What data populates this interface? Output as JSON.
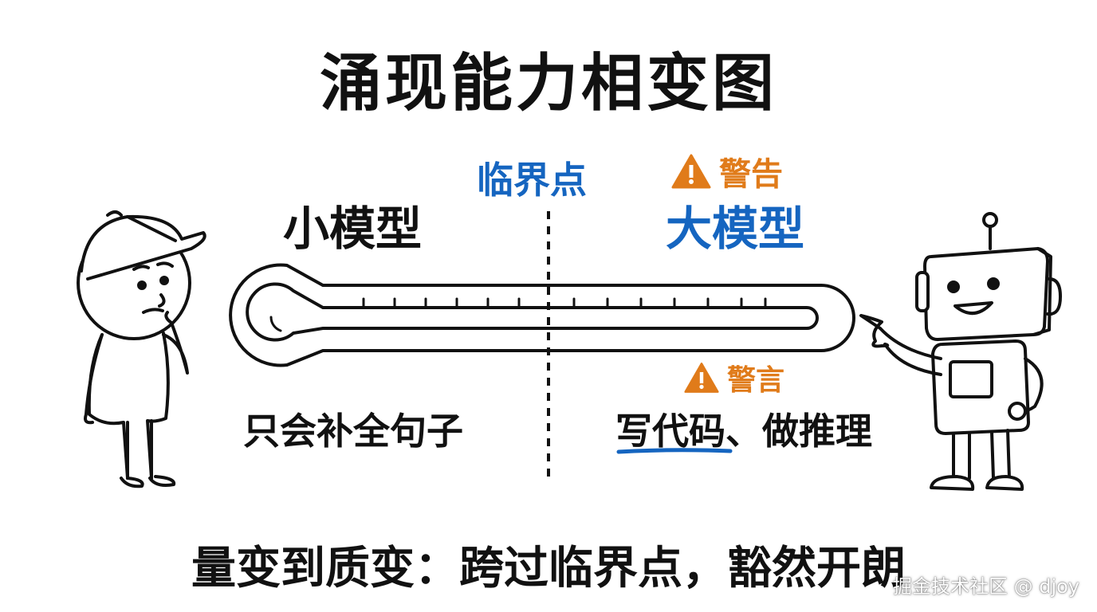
{
  "title": "涌现能力相变图",
  "critical_point_label": "临界点",
  "warning_top": {
    "icon": "warning-icon",
    "text": "警告"
  },
  "warning_mid": {
    "icon": "warning-icon",
    "text": "警言"
  },
  "small_model_label": "小模型",
  "large_model_label": "大模型",
  "small_model_desc": "只会补全句子",
  "large_model_desc": "写代码、做推理",
  "caption": "量变到质变：跨过临界点，豁然开朗",
  "watermark": "掘金技术社区 @ djoy",
  "colors": {
    "blue": "#1565c0",
    "orange": "#e07b1a",
    "ink": "#111111"
  }
}
